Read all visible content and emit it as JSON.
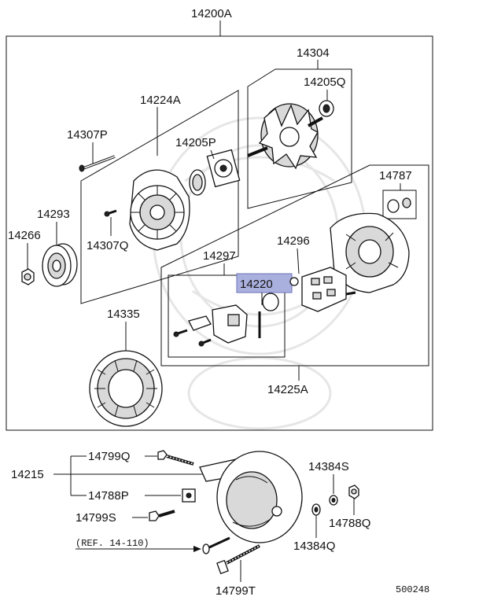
{
  "diagram": {
    "part_numbers": {
      "assembly": "14200A",
      "rotor": "14304",
      "rotor_bearing": "14205Q",
      "front_frame": "14224A",
      "frame_bolt_long": "14307P",
      "front_bearing": "14205P",
      "pulley": "14293",
      "pulley_nut": "14266",
      "frame_screw": "14307Q",
      "rear_frame_bushing": "14787",
      "rectifier": "14296",
      "regulator_assy": "14297",
      "regulator": "14220",
      "stator": "14335",
      "rear_frame": "14225A",
      "bracket": "14215",
      "bracket_bolt_upper": "14799Q",
      "bracket_nut": "14788P",
      "bracket_bolt_lower": "14799S",
      "washer_upper": "14384S",
      "terminal_nut": "14788Q",
      "washer_lower": "14384Q",
      "through_bolt": "14799T"
    },
    "reference_note": "(REF. 14-110)",
    "diagram_code": "500248",
    "highlight_color": "#aab0de"
  }
}
